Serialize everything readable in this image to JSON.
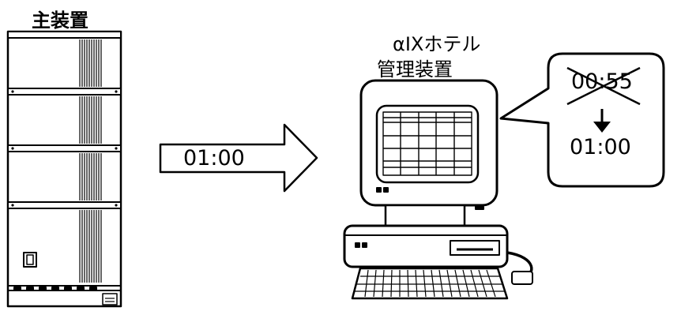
{
  "main_unit": {
    "label": "主装置"
  },
  "transfer_arrow": {
    "time": "01:00"
  },
  "management_system": {
    "label_line1": "αIXホテル",
    "label_line2": "管理装置"
  },
  "speech_bubble": {
    "old_time": "00:55",
    "new_time": "01:00"
  }
}
